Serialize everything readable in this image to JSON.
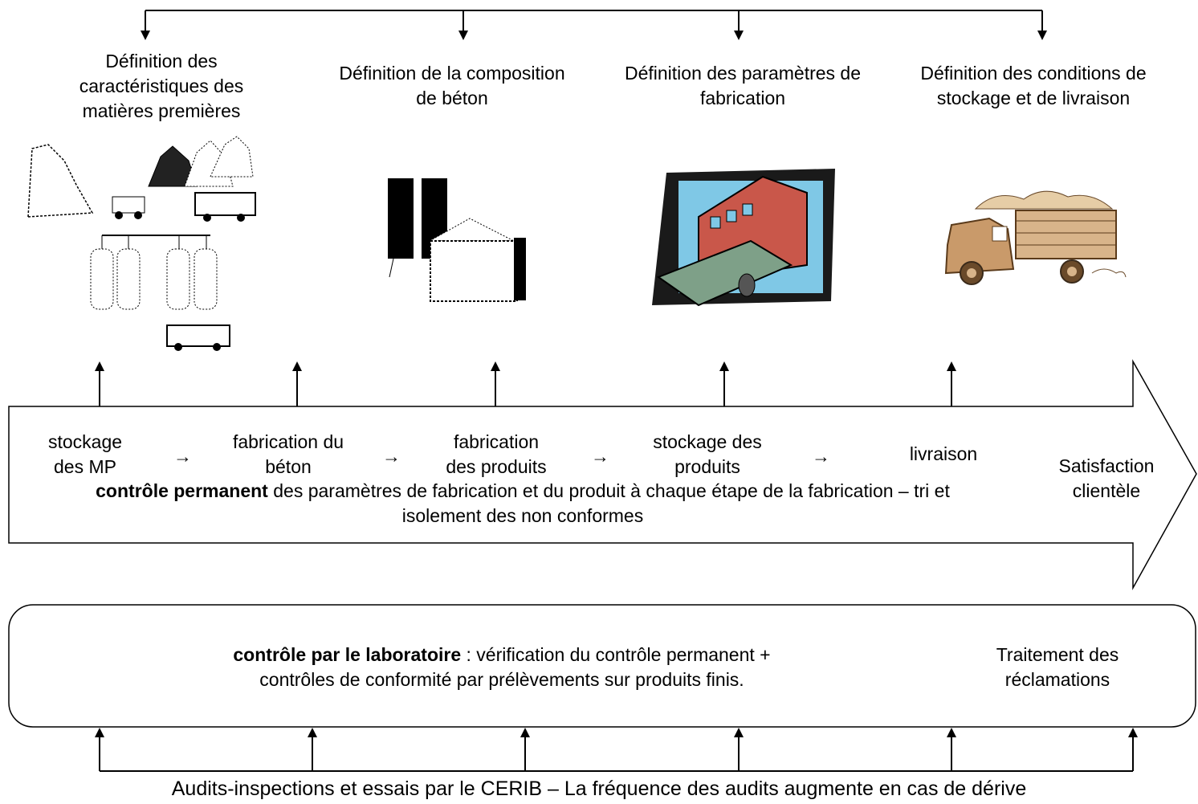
{
  "definitions": [
    {
      "line1": "Définition des",
      "line2": "caractéristiques des",
      "line3": "matières premières"
    },
    {
      "line1": "Définition de la composition",
      "line2": "de béton"
    },
    {
      "line1": "Définition des paramètres de",
      "line2": "fabrication"
    },
    {
      "line1": "Définition des conditions de",
      "line2": "stockage et de livraison"
    }
  ],
  "process": {
    "steps": [
      {
        "line1": "stockage",
        "line2": "des MP"
      },
      {
        "line1": "fabrication du",
        "line2": "béton"
      },
      {
        "line1": "fabrication",
        "line2": "des produits"
      },
      {
        "line1": "stockage des",
        "line2": "produits"
      },
      {
        "line1": "livraison"
      }
    ],
    "arrow_symbol": "→",
    "satisfaction": {
      "line1": "Satisfaction",
      "line2": "clientèle"
    },
    "control_bold": "contrôle permanent",
    "control_rest": " des paramètres de fabrication et du produit à chaque étape de la fabrication – tri et",
    "control_line2": "isolement des non conformes"
  },
  "laboratory": {
    "bold": "contrôle par le laboratoire",
    "rest": " : vérification du contrôle permanent +",
    "line2": "contrôles de conformité par prélèvements sur produits finis.",
    "claims_line1": "Traitement des",
    "claims_line2": "réclamations"
  },
  "audit": {
    "text": "Audits-inspections et essais par le CERIB – La fréquence des audits augmente en cas de dérive"
  }
}
